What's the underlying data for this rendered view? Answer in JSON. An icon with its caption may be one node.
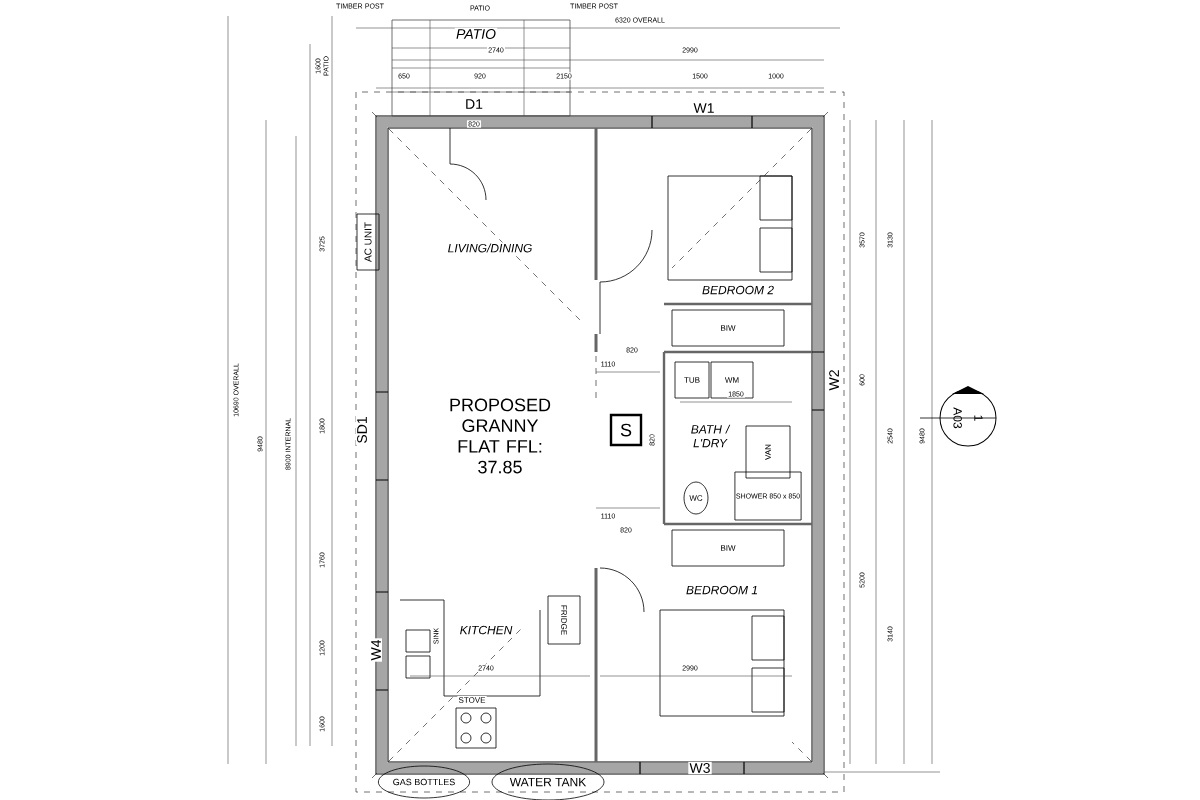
{
  "diagram": {
    "nodes": [
      {
        "text": [
          "AC UNIT"
        ]
      },
      {
        "text": [
          "S"
        ]
      },
      {
        "text": [
          "TUB"
        ]
      },
      {
        "text": [
          "WM"
        ]
      },
      {
        "text": [
          "BIW"
        ]
      },
      {
        "text": [
          "VAN"
        ]
      },
      {
        "text": [
          "WC"
        ]
      },
      {
        "text": [
          "SHOWER 850 x 850"
        ]
      },
      {
        "text": [
          "BIW"
        ]
      },
      {
        "text": [
          "FRIDGE"
        ]
      },
      {
        "text": [
          "GAS BOTTLES"
        ]
      },
      {
        "text": [
          "WATER TANK"
        ]
      },
      {
        "text": [
          "1",
          "A03"
        ]
      }
    ],
    "labels": [
      "TIMBER POST",
      "PATIO",
      "TIMBER POST",
      "6320 OVERALL",
      "PATIO",
      "2740",
      "2990",
      "650",
      "920",
      "2150",
      "1500",
      "1000",
      "D1",
      "W1",
      "820",
      "1600 PATIO",
      "3725",
      "10690 OVERALL",
      "9480",
      "8900 INTERNAL",
      "1800",
      "SD1",
      "1760",
      "1200",
      "W4",
      "1600",
      "LIVING/DINING",
      "BEDROOM 2",
      "PROPOSED GRANNY FLAT FFL: 37.85",
      "820",
      "1110",
      "1850",
      "W2",
      "600",
      "3570",
      "3130",
      "820",
      "BATH / L'DRY",
      "2540",
      "9480",
      "1110",
      "820",
      "5200",
      "3140",
      "BEDROOM 1",
      "KITCHEN",
      "SINK",
      "2740",
      "2990",
      "STOVE",
      "W3"
    ]
  }
}
